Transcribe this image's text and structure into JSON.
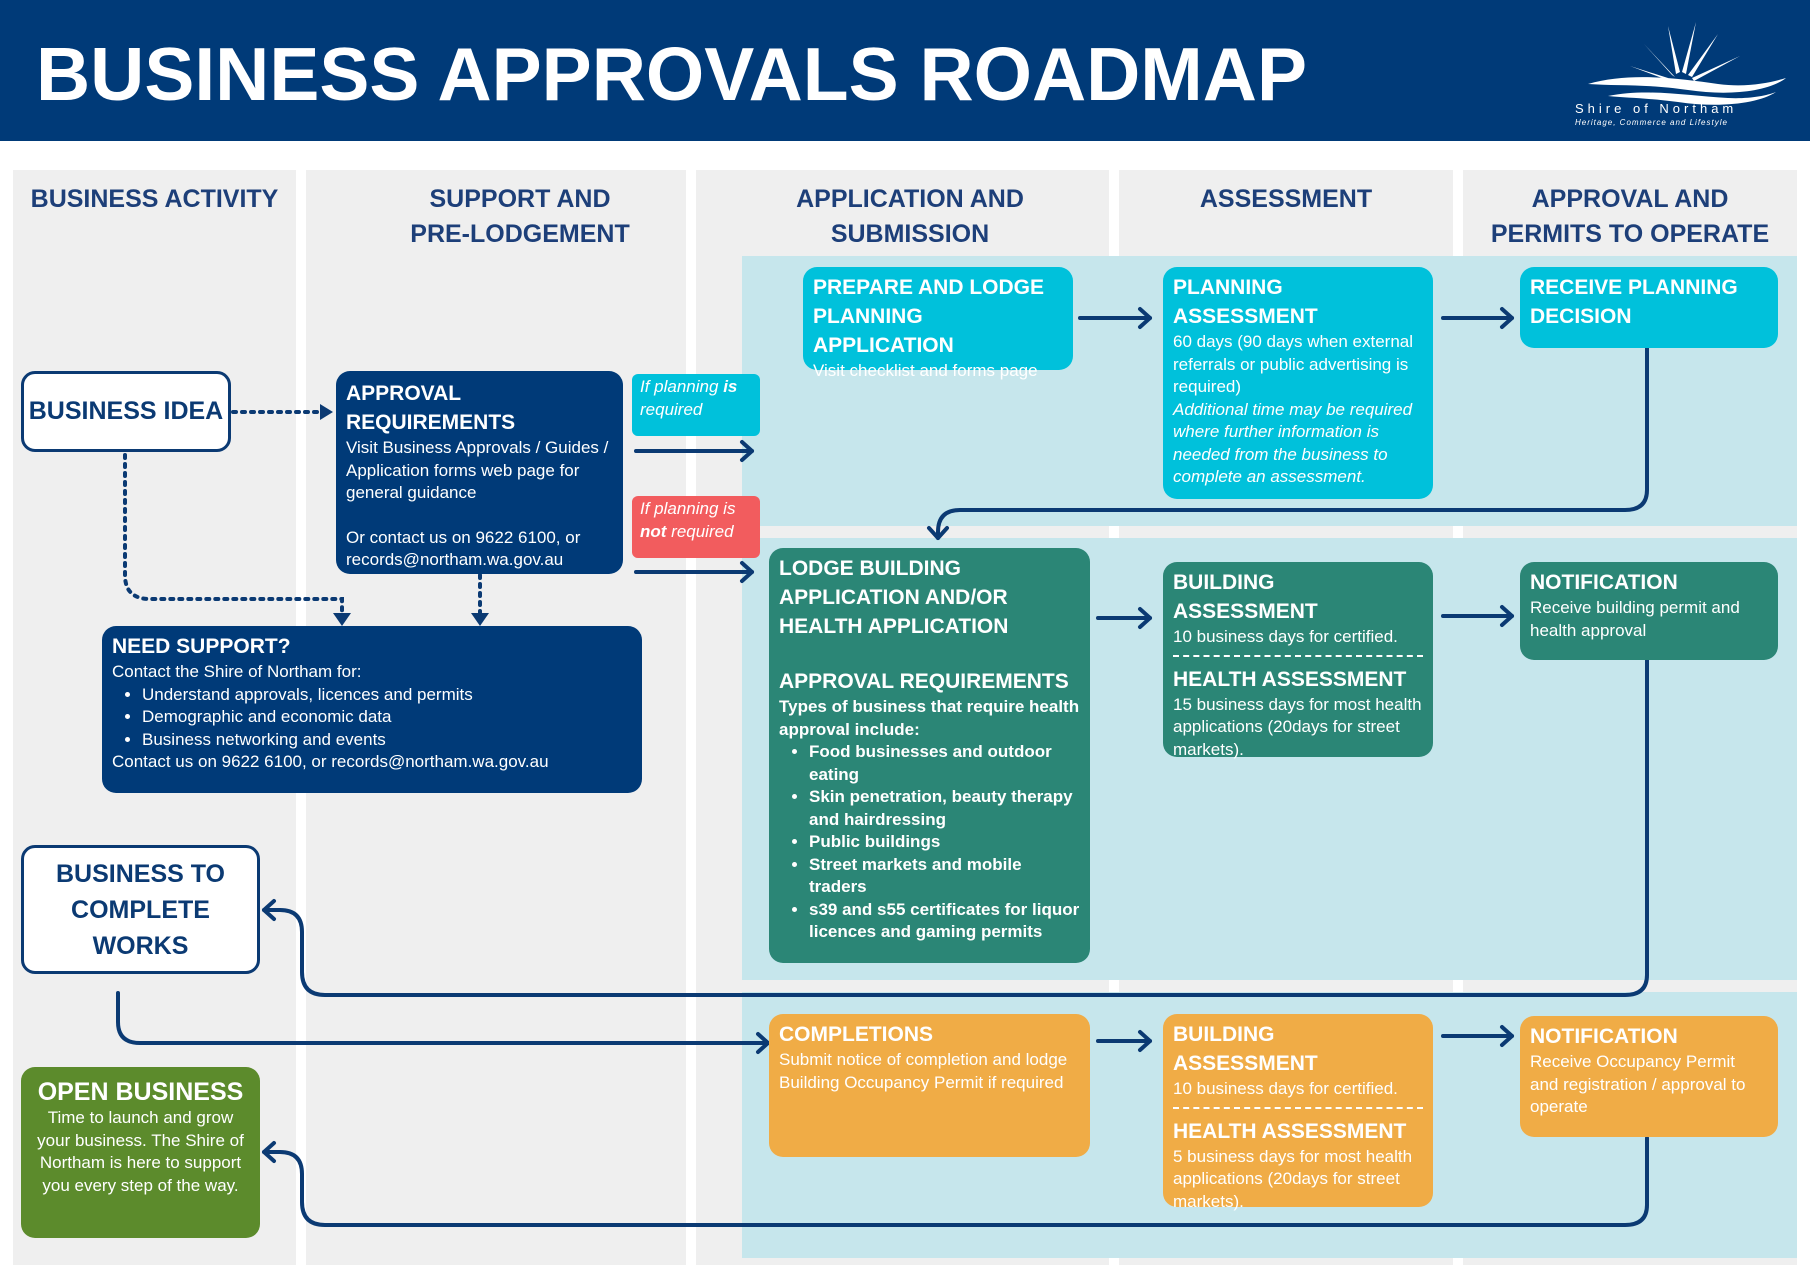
{
  "header": {
    "title": "BUSINESS APPROVALS ROADMAP",
    "logo_name": "Shire of Northam",
    "logo_tagline": "Heritage, Commerce and Lifestyle"
  },
  "columns": [
    "BUSINESS ACTIVITY",
    "SUPPORT AND PRE-LODGEMENT",
    "APPLICATION AND SUBMISSION",
    "ASSESSMENT",
    "APPROVAL AND PERMITS TO OPERATE"
  ],
  "business_idea": "BUSINESS IDEA",
  "business_complete": "BUSINESS TO COMPLETE WORKS",
  "approval_req": {
    "title": "APPROVAL REQUIREMENTS",
    "text": "Visit Business Approvals / Guides / Application forms web page for general guidance",
    "contact": "Or contact us on 9622 6100, or records@northam.wa.gov.au"
  },
  "note_planning": {
    "a": "If planning ",
    "b": "is",
    "c": " required"
  },
  "note_no_planning": {
    "a": "If planning is ",
    "b": "not",
    "c": " required"
  },
  "need_support": {
    "title": "NEED SUPPORT?",
    "intro": "Contact the Shire of Northam for:",
    "items": [
      "Understand approvals, licences and permits",
      "Demographic and economic data",
      "Business networking and events"
    ],
    "contact": "Contact us on 9622 6100, or records@northam.wa.gov.au"
  },
  "open_business": {
    "title": "OPEN BUSINESS",
    "text": "Time to launch and grow your business. The Shire of Northam is here to support you every step of the way."
  },
  "planning_app": {
    "title": "PREPARE AND LODGE PLANNING APPLICATION",
    "text": "Visit checklist and forms page"
  },
  "planning_assess": {
    "title": "PLANNING ASSESSMENT",
    "text": "60 days (90 days when external referrals or public advertising is required)",
    "note": "Additional time may be required where further information is needed from the business to complete an assessment."
  },
  "planning_decision": {
    "title": "RECEIVE PLANNING DECISION"
  },
  "lodge_building": {
    "title": "LODGE BUILDING APPLICATION AND/OR HEALTH APPLICATION",
    "sub": "APPROVAL REQUIREMENTS",
    "intro": "Types of business that require health approval include:",
    "items": [
      "Food businesses and outdoor eating",
      "Skin penetration, beauty therapy and hairdressing",
      "Public buildings",
      "Street markets and mobile traders",
      "s39 and s55 certificates for liquor licences and gaming permits"
    ]
  },
  "building_assess": {
    "title": "BUILDING ASSESSMENT",
    "text": "10 business days for certified.",
    "h_title": "HEALTH ASSESSMENT",
    "h_text": "15 business days for most health applications (20days for street markets)."
  },
  "notification1": {
    "title": "NOTIFICATION",
    "text": "Receive building permit and health approval"
  },
  "completions": {
    "title": "COMPLETIONS",
    "text": "Submit notice of completion and lodge",
    "text2": "Building Occupancy Permit if required"
  },
  "building_assess2": {
    "title": "BUILDING ASSESSMENT",
    "text": "10 business days for certified.",
    "h_title": "HEALTH ASSESSMENT",
    "h_text": "5 business days for most health applications (20days for street markets)."
  },
  "notification2": {
    "title": "NOTIFICATION",
    "text": "Receive Occupancy Permit and registration / approval to operate"
  },
  "colors": {
    "navy": "#003a78",
    "cyan": "#00c1db",
    "teal": "#2b8676",
    "orange": "#f0ac46",
    "green": "#5c8b2c",
    "pink": "#f25c5e",
    "band": "#c6e6ec"
  }
}
